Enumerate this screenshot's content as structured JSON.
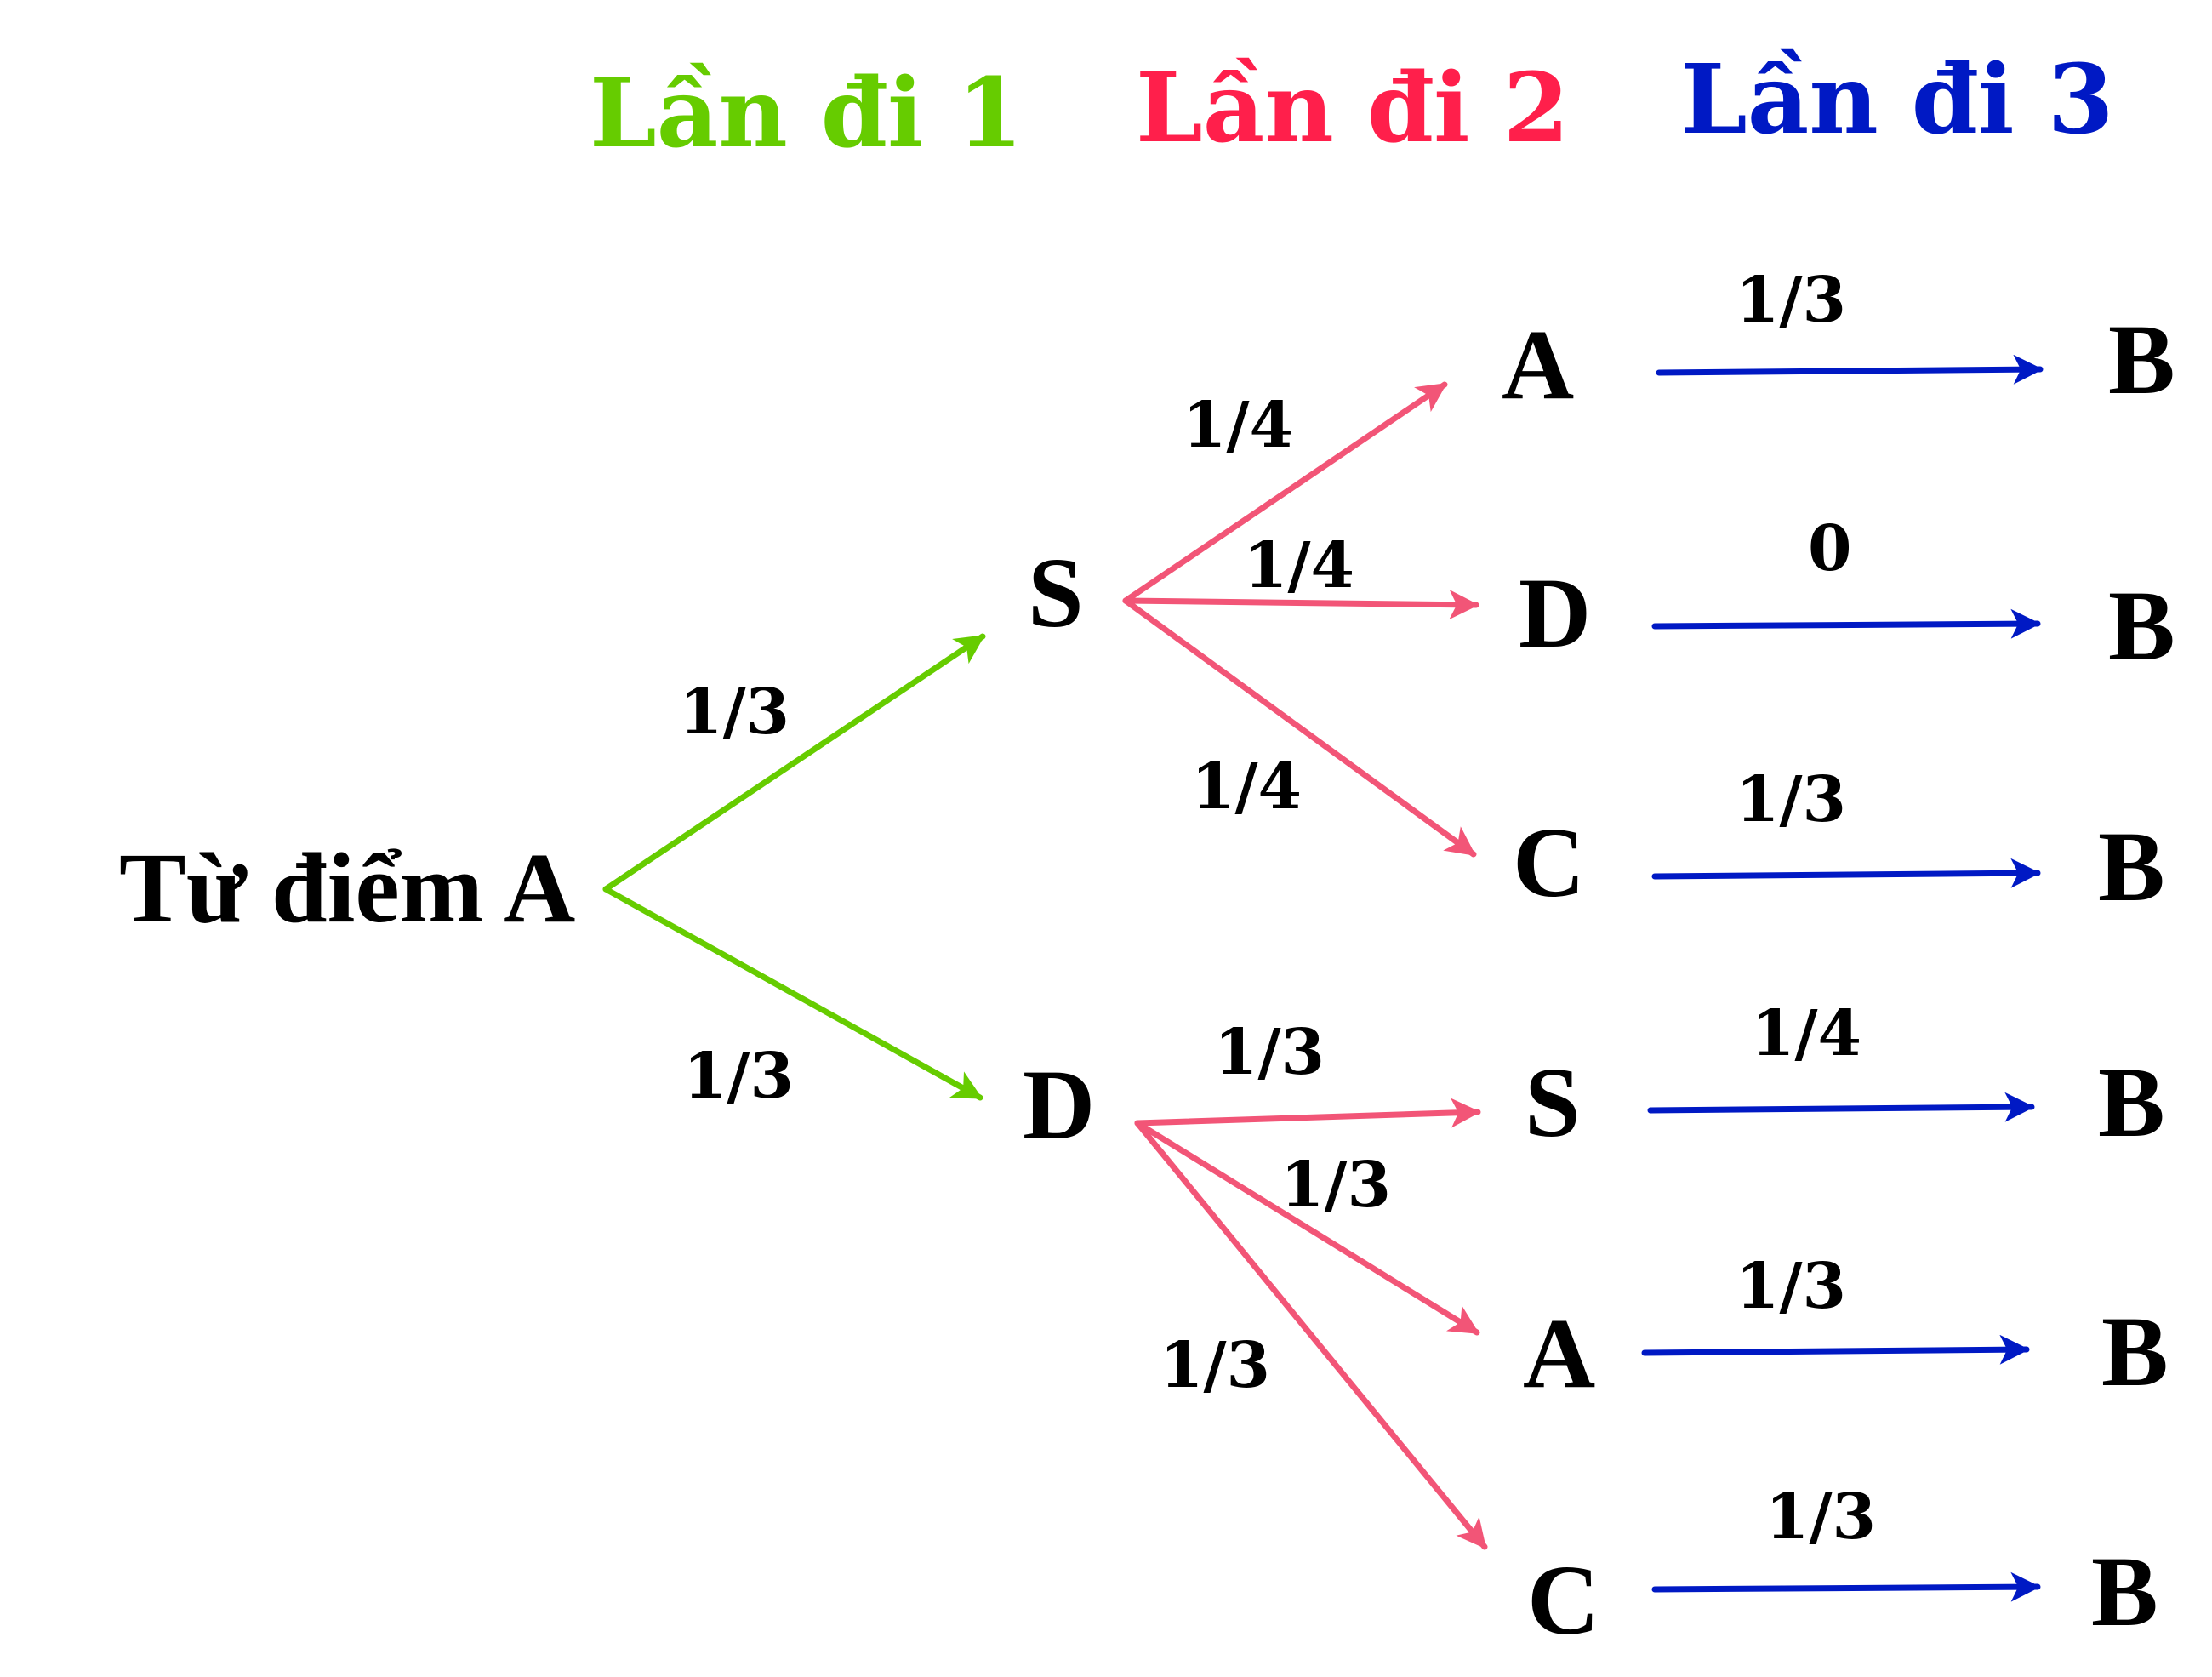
{
  "headers": {
    "step1": "Lần đi 1",
    "step2": "Lần đi 2",
    "step3": "Lần đi 3"
  },
  "colors": {
    "step1": "#66CC00",
    "step2": "#FF1F4B",
    "step2_edges": "#F25577",
    "step3": "#0019C4",
    "text": "#000000"
  },
  "root": {
    "label": "Từ điểm A"
  },
  "level1": [
    {
      "label": "S",
      "prob": "1/3"
    },
    {
      "label": "D",
      "prob": "1/3"
    }
  ],
  "level2": [
    {
      "label": "A",
      "prob": "1/4"
    },
    {
      "label": "D",
      "prob": "1/4"
    },
    {
      "label": "C",
      "prob": "1/4"
    },
    {
      "label": "S",
      "prob": "1/3"
    },
    {
      "label": "A",
      "prob": "1/3"
    },
    {
      "label": "C",
      "prob": "1/3"
    }
  ],
  "level3": [
    {
      "label": "B",
      "prob": "1/3"
    },
    {
      "label": "B",
      "prob": "0"
    },
    {
      "label": "B",
      "prob": "1/3"
    },
    {
      "label": "B",
      "prob": "1/4"
    },
    {
      "label": "B",
      "prob": "1/3"
    },
    {
      "label": "B",
      "prob": "1/3"
    }
  ]
}
